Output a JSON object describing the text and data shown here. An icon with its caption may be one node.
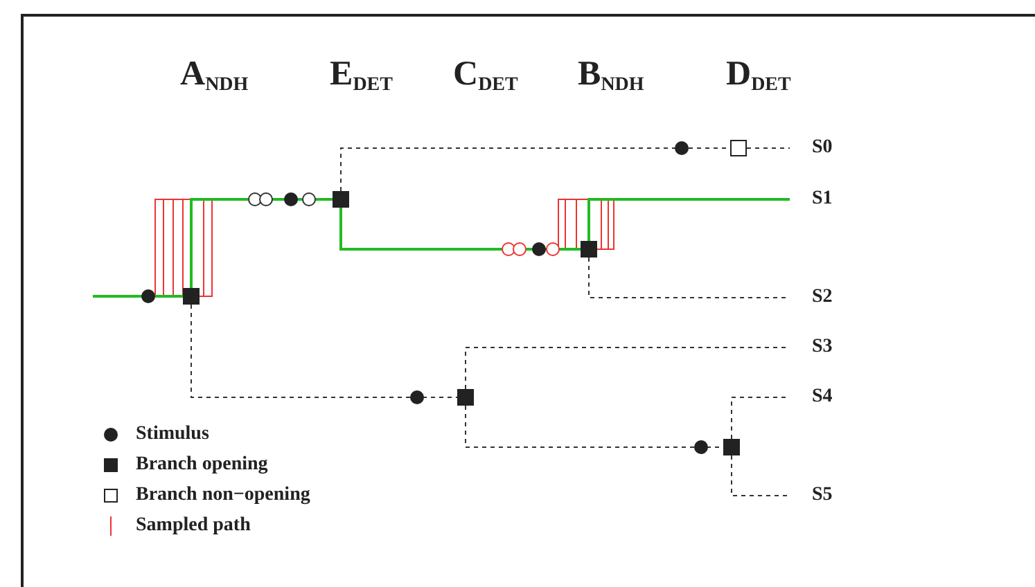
{
  "diagram": {
    "labels": [
      "A$_{NDH}$",
      "E$_{DET}$",
      "C$_{DET}$",
      "B$_{NDH}$",
      "D$_{DET}$",
      "S0",
      "S1",
      "S2",
      "S3",
      "S4",
      "S5"
    ],
    "legend": [
      {
        "text": "Stimulus"
      },
      {
        "text": "Branch opening"
      },
      {
        "text": "Branch non−opening"
      },
      {
        "text": "Sampled path"
      }
    ]
  }
}
